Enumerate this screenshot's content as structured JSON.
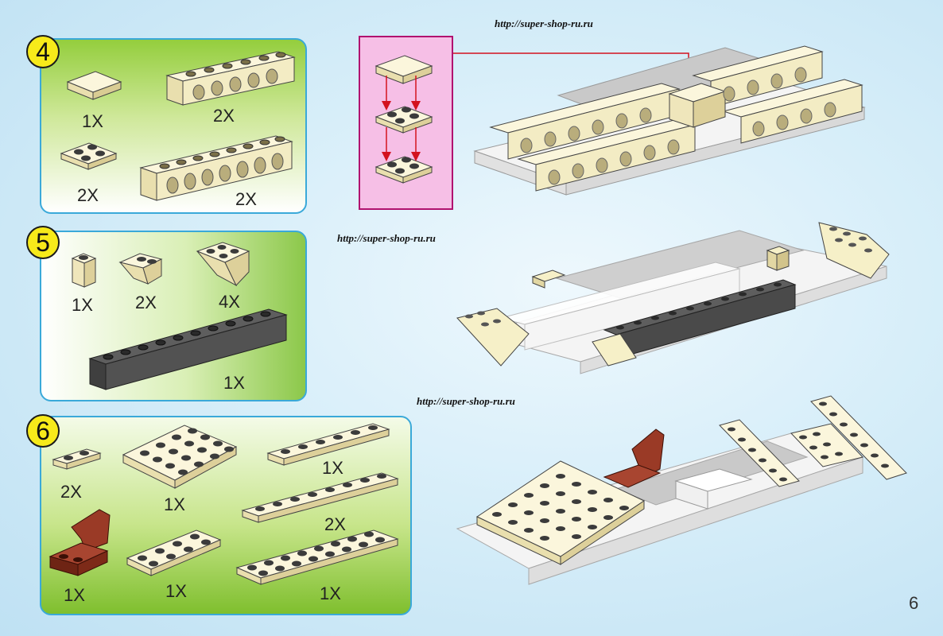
{
  "watermarks": [
    "http://super-shop-ru.ru",
    "http://super-shop-ru.ru",
    "http://super-shop-ru.ru"
  ],
  "page_number": "6",
  "steps": [
    {
      "number": "4",
      "parts": [
        {
          "name": "tile-2x2",
          "quantity": "1X"
        },
        {
          "name": "technic-brick-1x6",
          "quantity": "2X"
        },
        {
          "name": "plate-2x2",
          "quantity": "2X"
        },
        {
          "name": "technic-brick-1x8",
          "quantity": "2X"
        }
      ]
    },
    {
      "number": "5",
      "parts": [
        {
          "name": "brick-1x1",
          "quantity": "1X"
        },
        {
          "name": "slope-1x2",
          "quantity": "2X"
        },
        {
          "name": "slope-2x2",
          "quantity": "4X"
        },
        {
          "name": "dark-gray-brick-1x10",
          "quantity": "1X"
        }
      ]
    },
    {
      "number": "6",
      "parts": [
        {
          "name": "plate-1x2",
          "quantity": "2X"
        },
        {
          "name": "plate-4x4",
          "quantity": "1X"
        },
        {
          "name": "plate-1x6",
          "quantity": "1X"
        },
        {
          "name": "plate-1x8",
          "quantity": "2X"
        },
        {
          "name": "seat",
          "quantity": "1X"
        },
        {
          "name": "plate-2x4",
          "quantity": "1X"
        },
        {
          "name": "plate-2x8",
          "quantity": "1X"
        }
      ]
    }
  ],
  "colors": {
    "panel_border": "#3aa9d9",
    "badge_yellow": "#f7ea1a",
    "brick_cream": "#f6f0c8",
    "brick_dark_gray": "#4a4a4a",
    "seat_red_brown": "#8b2e1d",
    "sub_step_pink": "#f6bfe6",
    "arrow_red": "#d3121f"
  }
}
